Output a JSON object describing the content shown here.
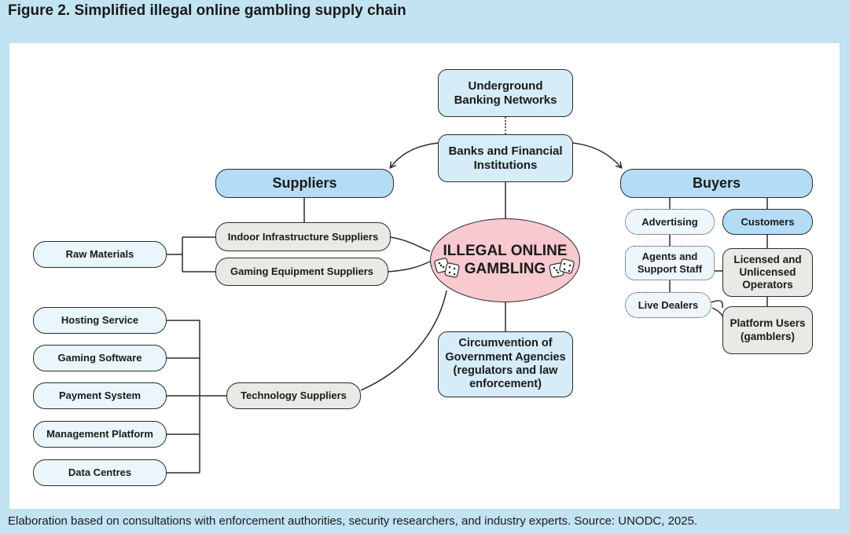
{
  "figure": {
    "title": "Figure 2. Simplified illegal online gambling supply chain",
    "footer": "Elaboration based on consultations with enforcement authorities, security researchers, and industry experts. Source: UNODC, 2025."
  },
  "center": {
    "line1": "ILLEGAL ONLINE",
    "line2": "GAMBLING"
  },
  "top": {
    "underground": "Underground Banking Networks",
    "banks": "Banks and Financial Institutions"
  },
  "government": "Circumvention of Government Agencies (regulators and law enforcement)",
  "suppliers": {
    "header": "Suppliers",
    "indoor": "Indoor Infrastructure Suppliers",
    "gaming_equipment": "Gaming Equipment Suppliers",
    "raw_materials": "Raw Materials",
    "technology": "Technology Suppliers",
    "tech_items": [
      "Hosting Service",
      "Gaming Software",
      "Payment System",
      "Management Platform",
      "Data Centres"
    ]
  },
  "buyers": {
    "header": "Buyers",
    "advertising": "Advertising",
    "agents": "Agents and Support Staff",
    "live_dealers": "Live Dealers",
    "customers": "Customers",
    "operators": "Licensed and Unlicensed Operators",
    "platform_users": "Platform Users (gamblers)"
  },
  "colors": {
    "background": "#c2e3f2",
    "node_blue": "#d6ecf8",
    "node_grey": "#ebe9e6",
    "header_blue": "#b5dcf7",
    "center_pink": "#f8c9cf"
  },
  "icons": [
    "dice-icon",
    "dice-icon"
  ]
}
